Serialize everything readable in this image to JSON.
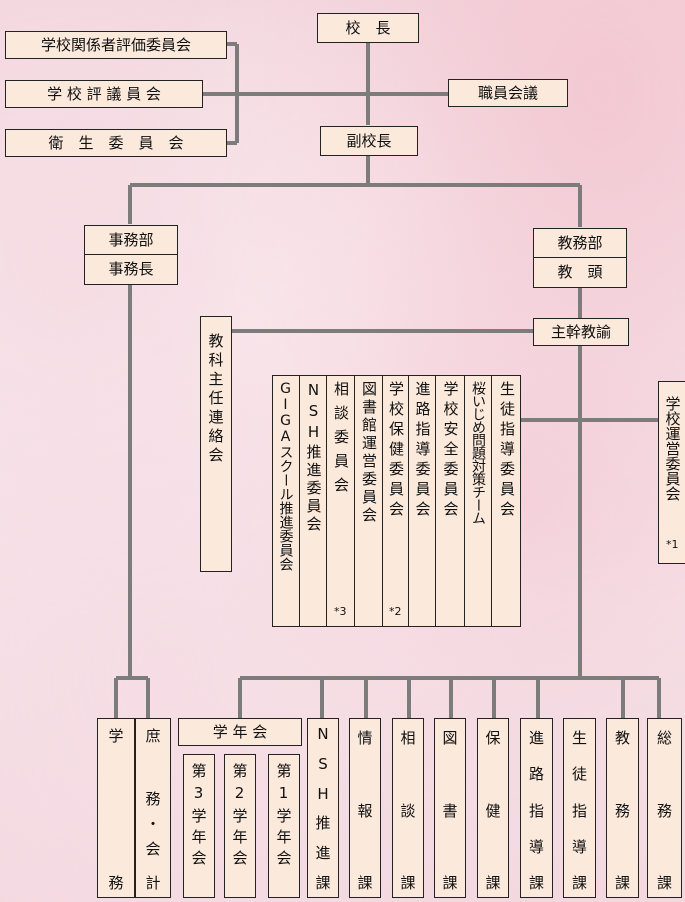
{
  "top": {
    "principal": "校　長",
    "vice_principal": "副校長",
    "staff_meeting": "職員会議",
    "left_committees": [
      "学校関係者評価委員会",
      "学 校 評 議 員 会",
      "衛　生　委　員　会"
    ]
  },
  "office": {
    "dept": "事務部",
    "head": "事務長"
  },
  "academic": {
    "dept": "教務部",
    "head": "教　頭",
    "chief": "主幹教諭"
  },
  "coordination": "教科主任連絡会",
  "school_operations": {
    "label": "学校運営委員会",
    "note": "*1"
  },
  "committees": [
    {
      "label": "GIGAスクール推進委員会",
      "note": ""
    },
    {
      "label": "NSH推進委員会",
      "note": ""
    },
    {
      "label": "相談委員会",
      "note": "*3"
    },
    {
      "label": "図書館運営委員会",
      "note": ""
    },
    {
      "label": "学校保健委員会",
      "note": "*2"
    },
    {
      "label": "進路指導委員会",
      "note": ""
    },
    {
      "label": "学校安全委員会",
      "note": ""
    },
    {
      "label": "桜いじめ問題対策チーム",
      "note": ""
    },
    {
      "label": "生徒指導委員会",
      "note": ""
    }
  ],
  "office_units": {
    "gakumu": [
      "学",
      "務"
    ],
    "shomu": [
      "庶",
      "務",
      "・",
      "会",
      "計"
    ]
  },
  "grade": {
    "title": "学 年 会",
    "years": [
      "第3学年会",
      "第2学年会",
      "第1学年会"
    ]
  },
  "sections": [
    [
      "N",
      "S",
      "H",
      "推",
      "進",
      "課"
    ],
    [
      "情",
      "報",
      "課"
    ],
    [
      "相",
      "談",
      "課"
    ],
    [
      "図",
      "書",
      "課"
    ],
    [
      "保",
      "健",
      "課"
    ],
    [
      "進",
      "路",
      "指",
      "導",
      "課"
    ],
    [
      "生",
      "徒",
      "指",
      "導",
      "課"
    ],
    [
      "教",
      "務",
      "課"
    ],
    [
      "総",
      "務",
      "課"
    ]
  ]
}
